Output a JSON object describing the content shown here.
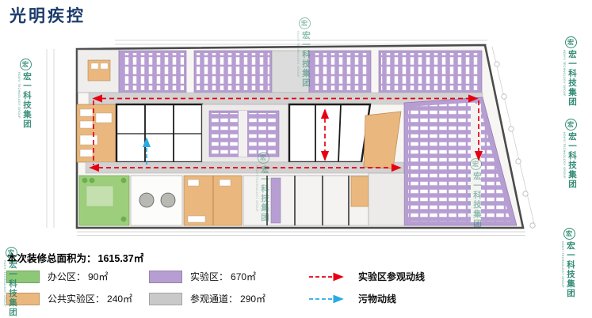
{
  "title": "光明疾控",
  "watermark": {
    "cn": "宏一科技集团",
    "en": "HONYI TECHNOLOGY GROUP",
    "logo_char": "宏"
  },
  "summary": {
    "label": "本次装修总面积为：",
    "value": "1615.37㎡"
  },
  "legend": {
    "areas": [
      {
        "id": "office",
        "label": "办公区：",
        "value": "90㎡",
        "color": "#8cc878"
      },
      {
        "id": "public-lab",
        "label": "公共实验区：",
        "value": "240㎡",
        "color": "#eab87e"
      },
      {
        "id": "lab",
        "label": "实验区：",
        "value": "670㎡",
        "color": "#b79ed2"
      },
      {
        "id": "corridor",
        "label": "参观通道：",
        "value": "290㎡",
        "color": "#c9c9c9"
      }
    ],
    "routes": [
      {
        "id": "lab-visit",
        "label": "实验区参观动线",
        "color": "#e60012"
      },
      {
        "id": "waste",
        "label": "污物动线",
        "color": "#29abe2"
      }
    ]
  },
  "colors": {
    "purple": "#b79ed2",
    "orange": "#eab87e",
    "green": "#9dce7c",
    "gray": "#d2d2d2",
    "route_red": "#e60012",
    "route_blue": "#29abe2",
    "watermark": "#1e8068",
    "title": "#1b3a6b"
  }
}
